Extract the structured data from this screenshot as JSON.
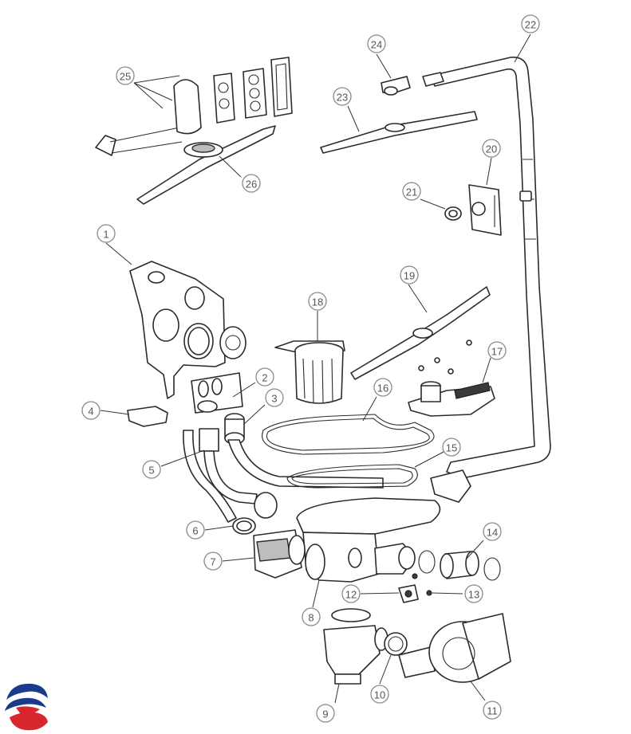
{
  "callouts": [
    {
      "id": "1",
      "label": "1"
    },
    {
      "id": "2",
      "label": "2"
    },
    {
      "id": "3",
      "label": "3"
    },
    {
      "id": "4",
      "label": "4"
    },
    {
      "id": "5",
      "label": "5"
    },
    {
      "id": "6",
      "label": "6"
    },
    {
      "id": "7",
      "label": "7"
    },
    {
      "id": "8",
      "label": "8"
    },
    {
      "id": "9",
      "label": "9"
    },
    {
      "id": "10",
      "label": "10"
    },
    {
      "id": "11",
      "label": "11"
    },
    {
      "id": "12",
      "label": "12"
    },
    {
      "id": "13",
      "label": "13"
    },
    {
      "id": "14",
      "label": "14"
    },
    {
      "id": "15",
      "label": "15"
    },
    {
      "id": "16",
      "label": "16"
    },
    {
      "id": "17",
      "label": "17"
    },
    {
      "id": "18",
      "label": "18"
    },
    {
      "id": "19",
      "label": "19"
    },
    {
      "id": "20",
      "label": "20"
    },
    {
      "id": "21",
      "label": "21"
    },
    {
      "id": "22",
      "label": "22"
    },
    {
      "id": "23",
      "label": "23"
    },
    {
      "id": "24",
      "label": "24"
    },
    {
      "id": "25",
      "label": "25"
    },
    {
      "id": "26",
      "label": "26"
    }
  ],
  "logo": {
    "icon": "brand-swirl-logo-icon",
    "colors": {
      "blue": "#1b3a8c",
      "red": "#d7262e"
    }
  }
}
